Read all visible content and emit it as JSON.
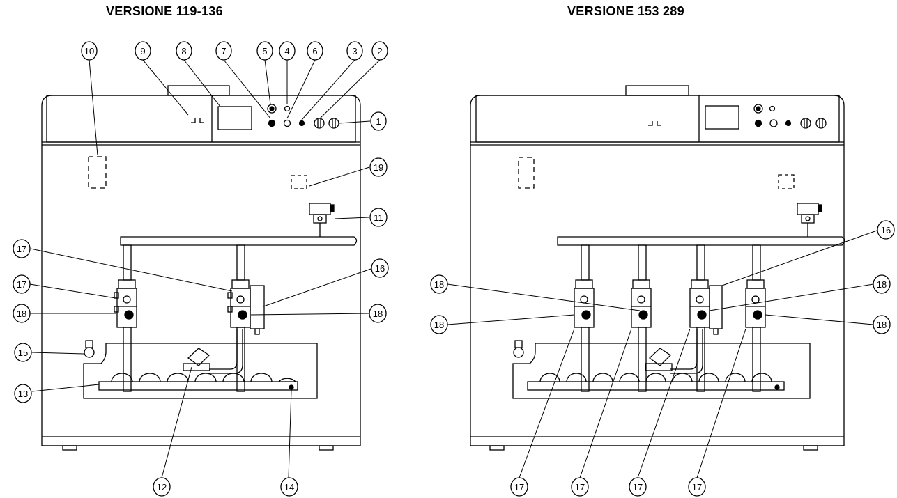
{
  "titles": {
    "left": "VERSIONE  119-136",
    "right": "VERSIONE  153 289"
  },
  "line_color": "#000000",
  "background": "#ffffff",
  "left_version": {
    "callouts": [
      "1",
      "2",
      "3",
      "4",
      "5",
      "6",
      "7",
      "8",
      "9",
      "10",
      "11",
      "12",
      "13",
      "14",
      "15",
      "16",
      "17",
      "17",
      "18",
      "18",
      "19"
    ]
  },
  "right_version": {
    "callouts": [
      "16",
      "18",
      "18",
      "18",
      "18",
      "17",
      "17",
      "17",
      "17"
    ]
  }
}
